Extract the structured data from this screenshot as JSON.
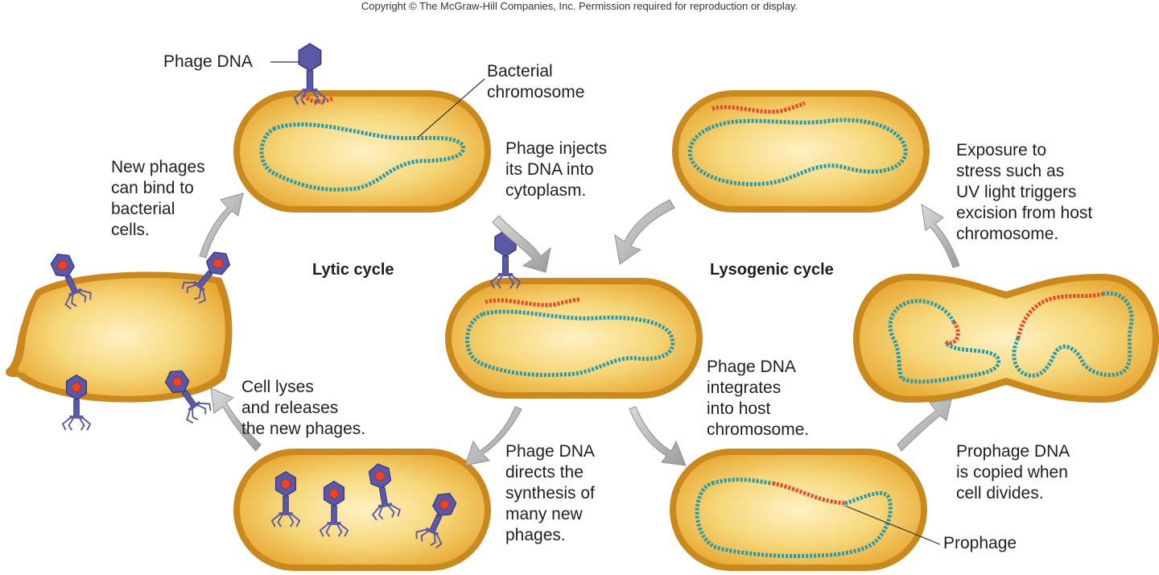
{
  "copyright": "Copyright © The McGraw-Hill Companies, Inc. Permission required for reproduction or display.",
  "cycles": {
    "lytic": "Lytic cycle",
    "lysogenic": "Lysogenic cycle"
  },
  "labels": {
    "phage_dna": "Phage DNA",
    "bacterial_chromosome": "Bacterial\nchromosome",
    "prophage": "Prophage"
  },
  "steps": {
    "inject": "Phage injects\nits DNA into\ncytoplasm.",
    "bind": "New phages\ncan bind to\nbacterial\ncells.",
    "lyses": "Cell lyses\nand releases\nthe new phages.",
    "directs": "Phage DNA\ndirects the\nsynthesis of\nmany new\nphages.",
    "integrates": "Phage DNA\nintegrates\ninto host\nchromosome.",
    "copied": "Prophage DNA\nis copied when\ncell divides.",
    "stress": "Exposure to\nstress such as\nUV light triggers\nexcision from host\nchromosome."
  },
  "colors": {
    "cell_fill": "#f1c24f",
    "cell_border": "#c98a1e",
    "bacterial_dna": "#2a9aa8",
    "phage_dna": "#e8462a",
    "phage": "#5b58a8",
    "arrow": "#b9b9b9"
  }
}
